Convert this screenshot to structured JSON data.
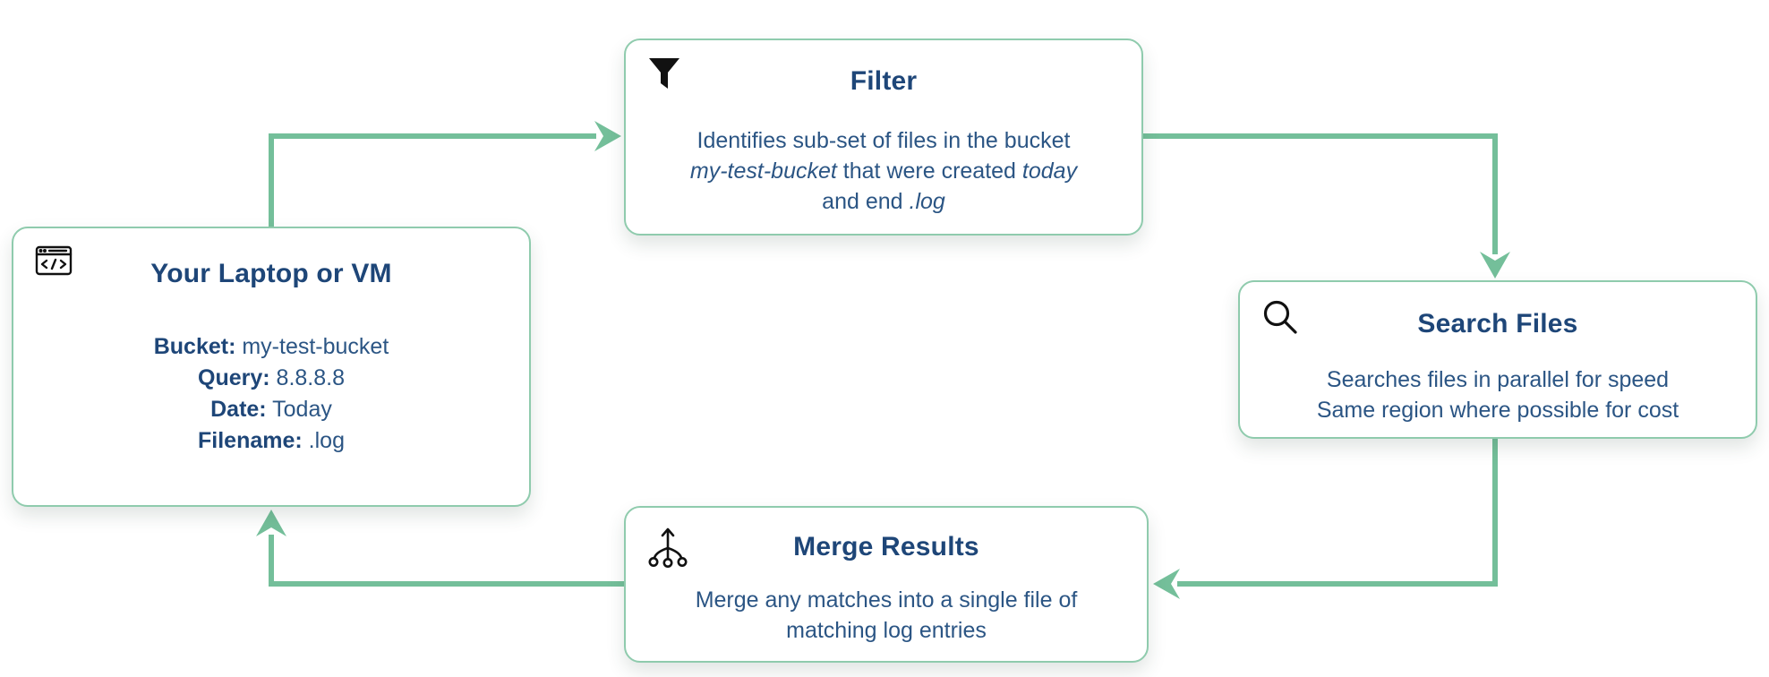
{
  "diagram": {
    "colors": {
      "arrow_green": "#74bf9a",
      "box_border_green": "#8fcbad",
      "title_navy": "#1e4678",
      "body_navy": "#2b5584",
      "icon_black": "#111111"
    },
    "nodes": {
      "laptop": {
        "icon": "code-window-icon",
        "title": "Your Laptop or VM",
        "details": [
          {
            "label": "Bucket:",
            "value": "my-test-bucket"
          },
          {
            "label": "Query:",
            "value": "8.8.8.8"
          },
          {
            "label": "Date:",
            "value": "Today"
          },
          {
            "label": "Filename:",
            "value": ".log"
          }
        ]
      },
      "filter": {
        "icon": "funnel-icon",
        "title": "Filter",
        "desc_lines": [
          [
            {
              "t": "Identifies sub-set of files in the bucket"
            }
          ],
          [
            {
              "t": "my-test-bucket",
              "i": true
            },
            {
              "t": " that were created "
            },
            {
              "t": "today",
              "i": true
            }
          ],
          [
            {
              "t": "and end "
            },
            {
              "t": ".log",
              "i": true
            }
          ]
        ]
      },
      "search": {
        "icon": "search-icon",
        "title": "Search Files",
        "desc_lines": [
          [
            {
              "t": "Searches files in parallel for speed"
            }
          ],
          [
            {
              "t": "Same region where possible for cost"
            }
          ]
        ]
      },
      "merge": {
        "icon": "merge-icon",
        "title": "Merge Results",
        "desc_lines": [
          [
            {
              "t": "Merge any matches into a single file of"
            }
          ],
          [
            {
              "t": "matching log entries"
            }
          ]
        ]
      }
    }
  }
}
